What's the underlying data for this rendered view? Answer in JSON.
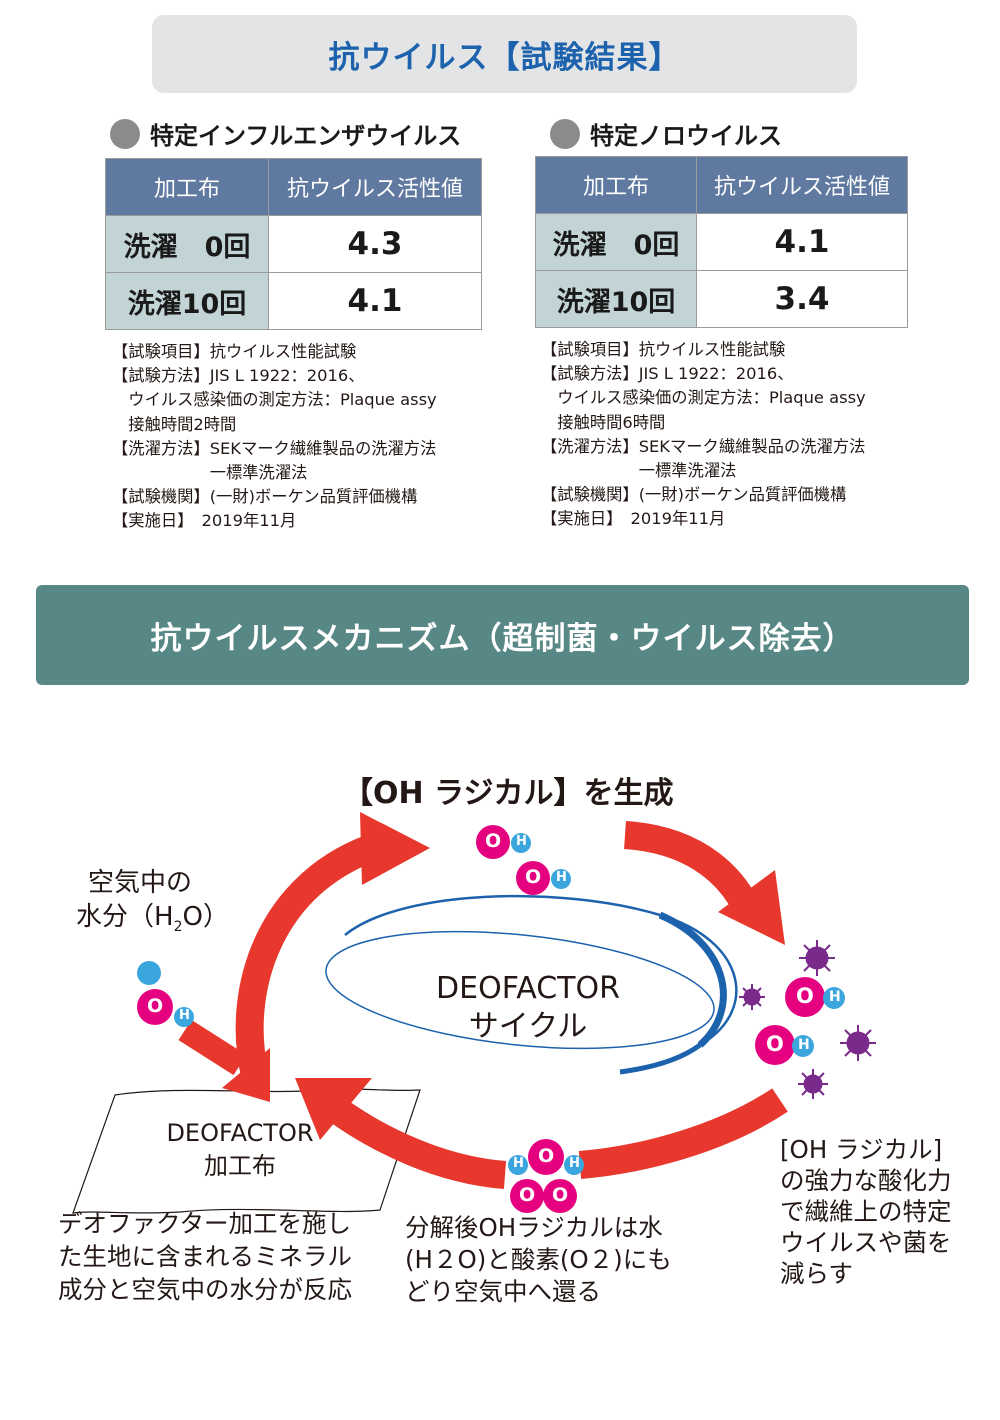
{
  "header": {
    "title": "抗ウイルス【試験結果】"
  },
  "tests": [
    {
      "name": "特定インフルエンザウイルス",
      "table": {
        "col1_header": "加工布",
        "col2_header": "抗ウイルス活性値",
        "rows": [
          {
            "label": "洗濯　0回",
            "value": "4.3"
          },
          {
            "label": "洗濯10回",
            "value": "4.1"
          }
        ]
      },
      "notes": [
        "【試験項目】抗ウイルス性能試験",
        "【試験方法】JIS L 1922：2016、",
        "　ウイルス感染価の測定方法：Plaque assy",
        "　接触時間2時間",
        "【洗濯方法】SEKマーク繊維製品の洗濯方法",
        "　　　　　　一標準洗濯法",
        "【試験機関】(一財)ボーケン品質評価機構",
        "【実施日】　2019年11月"
      ]
    },
    {
      "name": "特定ノロウイルス",
      "table": {
        "col1_header": "加工布",
        "col2_header": "抗ウイルス活性値",
        "rows": [
          {
            "label": "洗濯　0回",
            "value": "4.1"
          },
          {
            "label": "洗濯10回",
            "value": "3.4"
          }
        ]
      },
      "notes": [
        "【試験項目】抗ウイルス性能試験",
        "【試験方法】JIS L 1922：2016、",
        "　ウイルス感染価の測定方法：Plaque assy",
        "　接触時間6時間",
        "【洗濯方法】SEKマーク繊維製品の洗濯方法",
        "　　　　　　一標準洗濯法",
        "【試験機関】(一財)ボーケン品質評価機構",
        "【実施日】　2019年11月"
      ]
    }
  ],
  "mechanism": {
    "title": "抗ウイルスメカニズム（超制菌・ウイルス除去）",
    "top_label": "【OH ラジカル】を生成",
    "cycle_line1": "DEOFACTOR",
    "cycle_line2": "サイクル",
    "air_line1": "空気中の",
    "air_line2_a": "水分（H",
    "air_sub": "2",
    "air_line2_b": "O）",
    "cloth_line1": "DEOFACTOR",
    "cloth_line2": "加工布",
    "left_caption": [
      "デオファクター加工を施し",
      "た生地に含まれるミネラル",
      "成分と空気中の水分が反応"
    ],
    "middle_caption": [
      "分解後OHラジカルは水",
      "(H２O)と酸素(O２)にも",
      "どり空気中へ還る"
    ],
    "right_caption": [
      "[OH ラジカル]",
      "の強力な酸化力",
      "で繊維上の特定",
      "ウイルスや菌を",
      "減らす"
    ],
    "molecule": {
      "o": "O",
      "h": "H"
    },
    "colors": {
      "arrow": "#e8372c",
      "oxygen": "#e4007f",
      "hydrogen": "#3aa6dd",
      "ring": "#1d62ad",
      "virus": "#7a2a8a"
    }
  }
}
